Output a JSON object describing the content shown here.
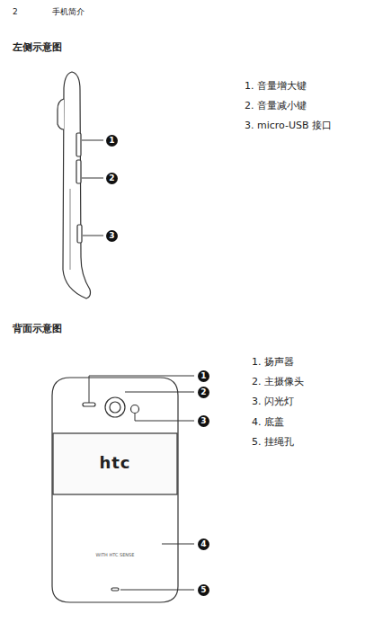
{
  "diagram": {
    "labels": [
      "2",
      "手机简介",
      "左侧示意图",
      "1",
      "2",
      "3",
      "1. 音量增大键",
      "2. 音量减小键",
      "3. micro-USB 接口",
      "背面示意图",
      "1",
      "2",
      "3",
      "4",
      "5",
      "1. 扬声器",
      "2. 主摄像头",
      "3. 闪光灯",
      "4. 底盖",
      "5. 挂绳孔",
      "htc",
      "WITH HTC SENSE"
    ]
  }
}
